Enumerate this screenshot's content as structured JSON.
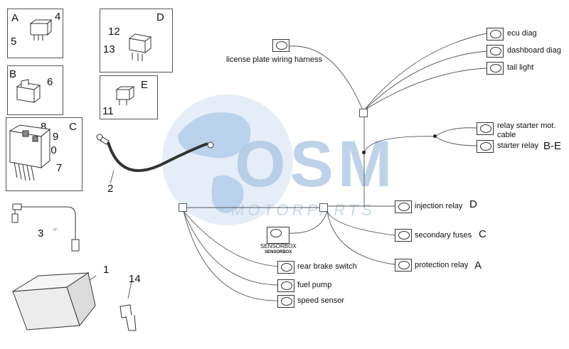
{
  "watermark": {
    "brand": "OSM",
    "sub": "MOTORPARTS",
    "color": "#5b8fc7"
  },
  "groups": {
    "A": {
      "letter": "A",
      "numbers": [
        "4",
        "5"
      ]
    },
    "B": {
      "letter": "B",
      "numbers": [
        "6"
      ]
    },
    "C": {
      "letter": "C",
      "numbers": [
        "8",
        "9",
        "10",
        "7"
      ]
    },
    "D": {
      "letter": "D",
      "numbers": [
        "12",
        "13"
      ]
    },
    "E": {
      "letter": "E",
      "numbers": [
        "11"
      ]
    }
  },
  "parts": {
    "p1": "1",
    "p2": "2",
    "p3": "3",
    "p14": "14"
  },
  "connectors": {
    "license_plate": "license plate wiring harness",
    "ecu_diag": "ecu diag",
    "dashboard_diag": "dashboard diag",
    "tail_light": "tail light",
    "relay_starter_mot": "relay starter mot.",
    "relay_starter_mot_2": "cable",
    "starter_relay": "starter relay",
    "starter_relay_ref": "B-E",
    "injection_relay": "injection relay",
    "injection_relay_ref": "D",
    "secondary_fuses": "secondary fuses",
    "secondary_fuses_ref": "C",
    "protection_relay": "protection relay",
    "protection_relay_ref": "A",
    "rear_brake_switch": "rear brake switch",
    "fuel_pump": "fuel pump",
    "speed_sensor": "speed sensor",
    "sensorbox": "SENSORBOX",
    "sensorbox_sub": "SENSORBOX"
  }
}
